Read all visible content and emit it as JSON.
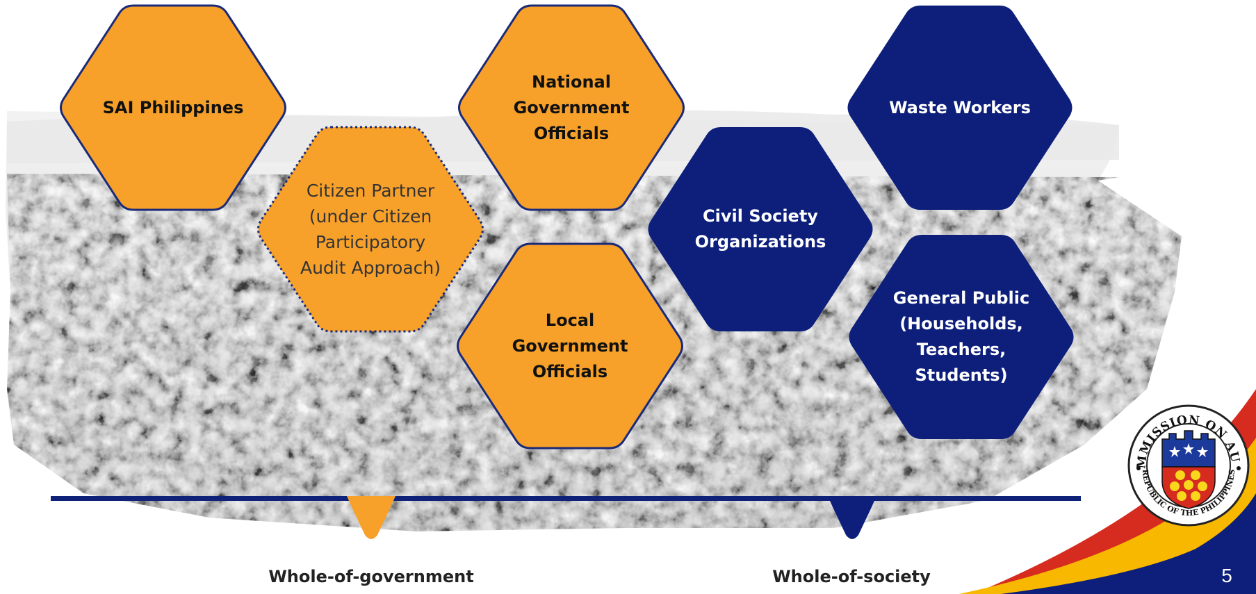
{
  "stakeholders": {
    "sai": "SAI Philippines",
    "citizen_partner": "Citizen Partner\n(under Citizen\nParticipatory\nAudit Approach)",
    "national_officials": "National\nGovernment\nOfficials",
    "local_officials": "Local\nGovernment\nOfficials",
    "waste_workers": "Waste Workers",
    "civil_society": "Civil Society\nOrganizations",
    "general_public": "General Public\n(Households,\nTeachers,\nStudents)"
  },
  "axis": {
    "left_label": "Whole-of-government",
    "right_label": "Whole-of-society"
  },
  "seal": {
    "text_top": "COMMISSION ON AUDIT",
    "text_bottom": "REPUBLIC OF THE PHILIPPINES"
  },
  "page_number": "5",
  "colors": {
    "orange": "#f7a12b",
    "navy": "#0d1f7a",
    "border": "#1a2a78",
    "yellow": "#f9b800",
    "red": "#d62b1f"
  }
}
